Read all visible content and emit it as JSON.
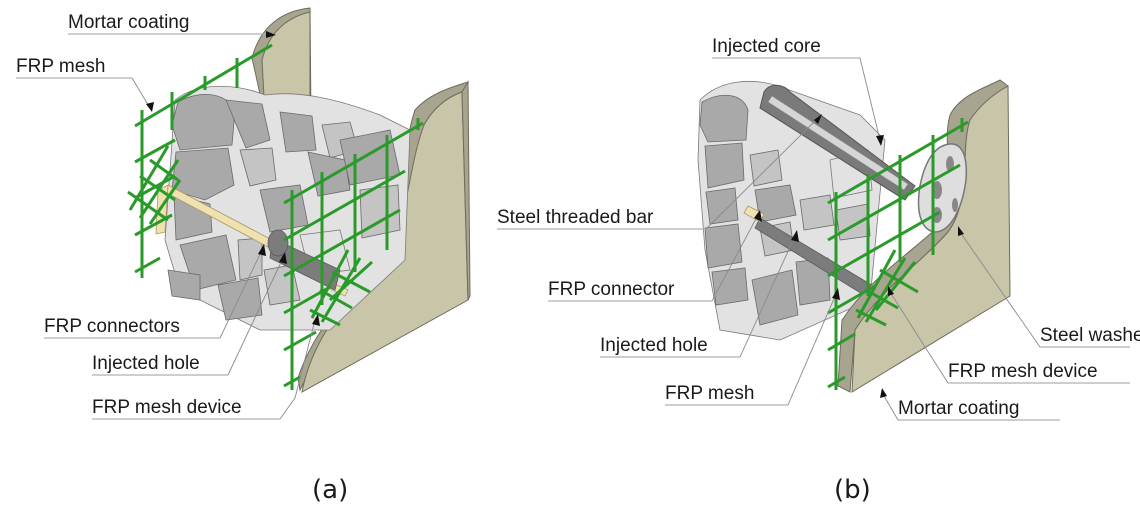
{
  "figure": {
    "panels": [
      {
        "id": "a",
        "caption": "(a)",
        "labels": {
          "mortar_coating": "Mortar coating",
          "frp_mesh": "FRP mesh",
          "frp_connectors": "FRP connectors",
          "injected_hole": "Injected hole",
          "frp_mesh_device": "FRP mesh device"
        }
      },
      {
        "id": "b",
        "caption": "(b)",
        "labels": {
          "injected_core": "Injected core",
          "steel_threaded_bar": "Steel threaded bar",
          "frp_connector": "FRP connector",
          "injected_hole": "Injected hole",
          "frp_mesh": "FRP mesh",
          "steel_washer": "Steel washer",
          "frp_mesh_device": "FRP mesh device",
          "mortar_coating": "Mortar coating"
        }
      }
    ],
    "colors": {
      "frp_mesh": "#2a9a2a",
      "mortar": "#c8c5a8",
      "stone_dark": "#a9a9a9",
      "stone_light": "#e2e2e2",
      "frp_connector": "#efe2b0",
      "injected": "#7a7a7a"
    }
  }
}
